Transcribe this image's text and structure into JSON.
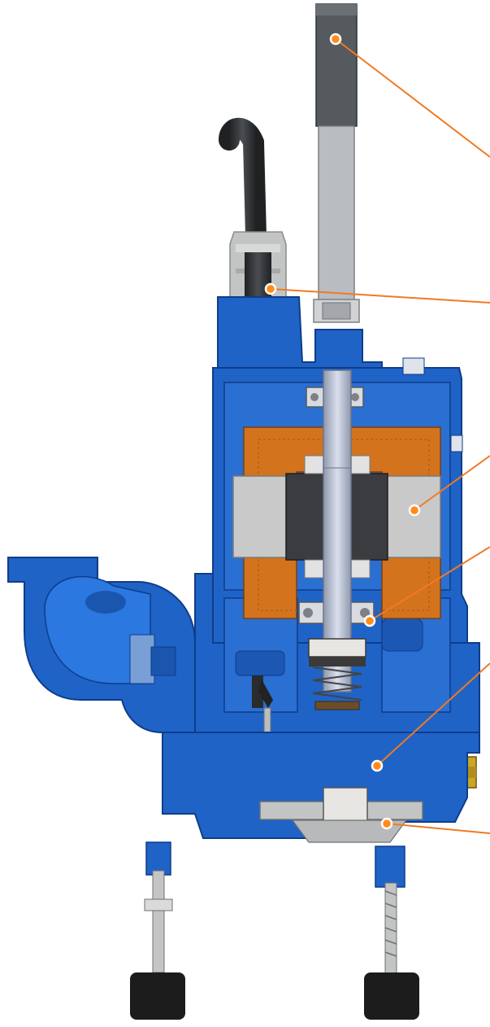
{
  "diagram": {
    "colors": {
      "casing": "#1f63c6",
      "casing_shadow": "#0f3d8a",
      "handle_dark": "#555a5f",
      "handle_light": "#b9bcc0",
      "cable": "#34373a",
      "gland": "#c3c4c4",
      "stator": "#c9c9c9",
      "rotor": "#3a3c3f",
      "winding": "#d3731e",
      "shaft": "#b9c1d6",
      "impeller": "#c9a629",
      "leader": "#f07a22",
      "foot": "#1c1c1c"
    },
    "callouts": [
      {
        "name": "handle",
        "icon": "callout-dot"
      },
      {
        "name": "power-cable",
        "icon": "callout-dot"
      },
      {
        "name": "stator",
        "icon": "callout-dot"
      },
      {
        "name": "bearing",
        "icon": "callout-dot"
      },
      {
        "name": "impeller",
        "icon": "callout-dot"
      },
      {
        "name": "bottom-plate",
        "icon": "callout-dot"
      }
    ]
  }
}
